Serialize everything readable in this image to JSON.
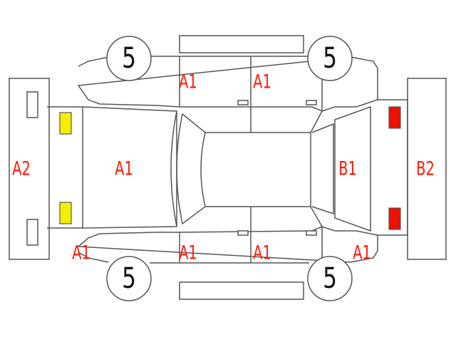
{
  "colors": {
    "outline": "#555555",
    "label": "#ff1a0a",
    "front_lamp": "#f5ee00",
    "rear_lamp": "#ee1100"
  },
  "tires": {
    "front_left": "5",
    "rear_left": "5",
    "front_right": "5",
    "rear_right": "5"
  },
  "labels": {
    "front_bumper": "A2",
    "hood": "A1",
    "front_left_fender": "A1",
    "front_right_fender": "A1",
    "left_front_door": "A1",
    "left_rear_door": "A1",
    "right_front_door": "A1",
    "right_rear_door": "A1",
    "back_door": "B1",
    "rear_bumper": "B2"
  }
}
